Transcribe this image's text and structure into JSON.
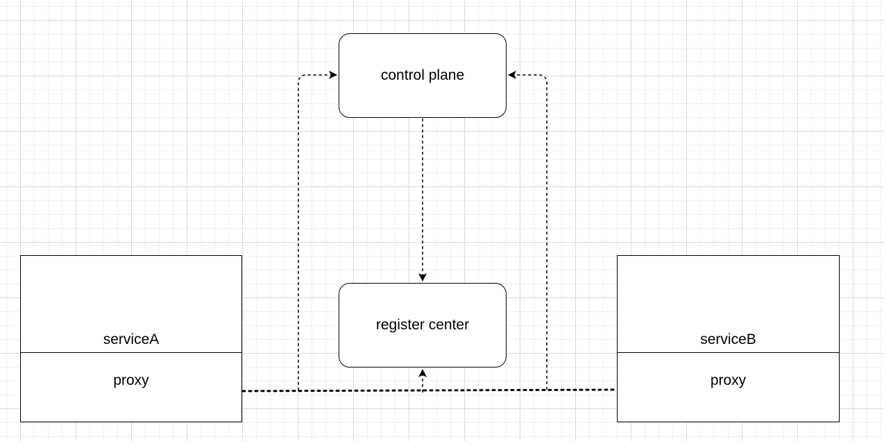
{
  "nodes": {
    "control_plane": "control plane",
    "register_center": "register center",
    "service_a": {
      "name": "serviceA",
      "proxy": "proxy"
    },
    "service_b": {
      "name": "serviceB",
      "proxy": "proxy"
    }
  },
  "colors": {
    "stroke": "#000000",
    "background": "#ffffff",
    "grid": "#d8d8d8"
  }
}
